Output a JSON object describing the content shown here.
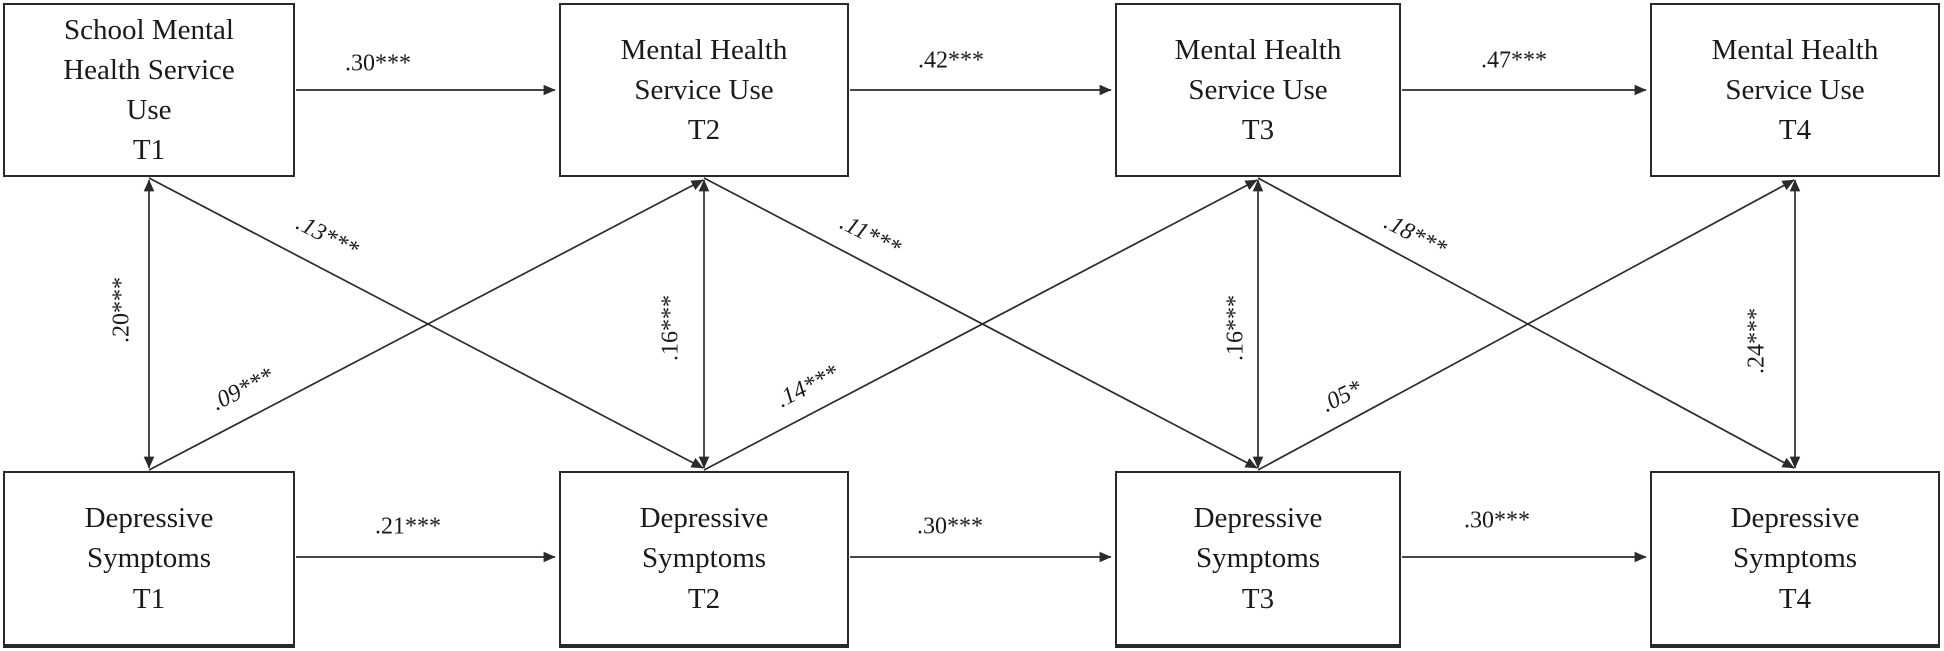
{
  "diagram": {
    "kind": "cross-lagged panel path model",
    "waves": [
      "T1",
      "T2",
      "T3",
      "T4"
    ],
    "colors": {
      "line": "#2b2b2b",
      "text": "#1a1a1a",
      "background": "#ffffff"
    }
  },
  "boxes": {
    "service_use": [
      {
        "label": "School Mental\nHealth Service\nUse\nT1"
      },
      {
        "label": "Mental Health\nService Use\nT2"
      },
      {
        "label": "Mental Health\nService Use\nT3"
      },
      {
        "label": "Mental Health\nService Use\nT4"
      }
    ],
    "depressive": [
      {
        "label": "Depressive\nSymptoms\nT1"
      },
      {
        "label": "Depressive\nSymptoms\nT2"
      },
      {
        "label": "Depressive\nSymptoms\nT3"
      },
      {
        "label": "Depressive\nSymptoms\nT4"
      }
    ]
  },
  "paths": {
    "service_use_stability": [
      ".30***",
      ".42***",
      ".47***"
    ],
    "depressive_stability": [
      ".21***",
      ".30***",
      ".30***"
    ],
    "within_wave_correlations": [
      ".20***",
      ".16***",
      ".16***",
      ".24***"
    ],
    "service_to_depressive_crosslag": [
      ".13***",
      ".11***",
      ".18***"
    ],
    "depressive_to_service_crosslag": [
      ".09***",
      ".14***",
      ".05*"
    ]
  }
}
